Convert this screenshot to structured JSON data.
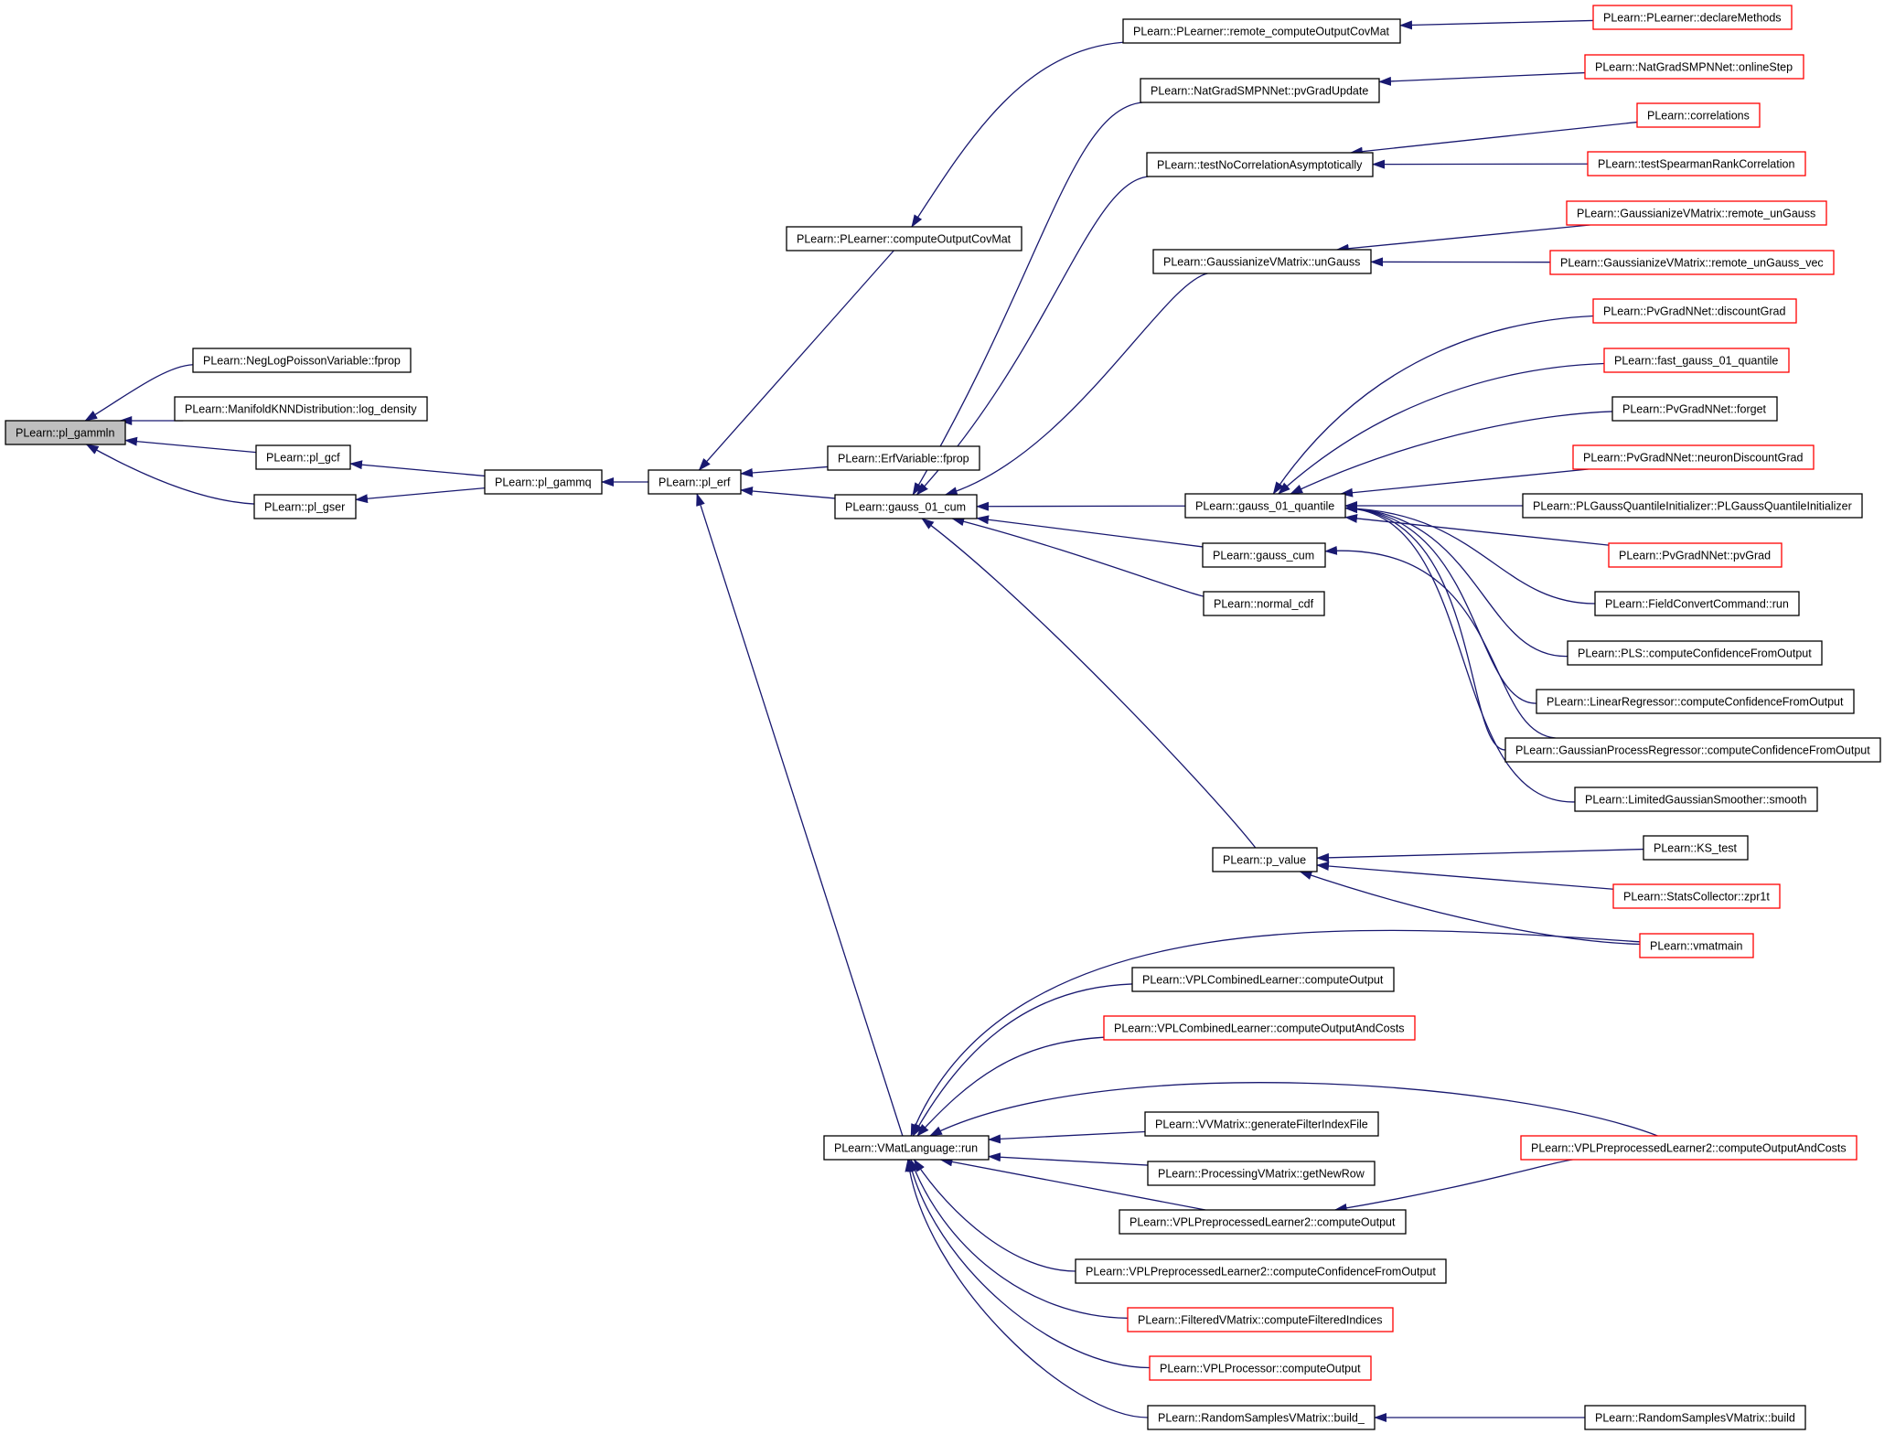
{
  "colors": {
    "edge": "#191970",
    "root_fill": "#bfbfbf",
    "node_fill": "#ffffff",
    "border_documented": "#000000",
    "border_undocumented": "#ff0000"
  },
  "nodes": [
    {
      "id": "pl_gammln",
      "label": "PLearn::pl_gammln",
      "kind": "root"
    },
    {
      "id": "neglog_fprop",
      "label": "PLearn::NegLogPoissonVariable::fprop",
      "kind": "doc"
    },
    {
      "id": "manifold_logdensity",
      "label": "PLearn::ManifoldKNNDistribution::log_density",
      "kind": "doc"
    },
    {
      "id": "pl_gcf",
      "label": "PLearn::pl_gcf",
      "kind": "doc"
    },
    {
      "id": "pl_gser",
      "label": "PLearn::pl_gser",
      "kind": "doc"
    },
    {
      "id": "pl_gammq",
      "label": "PLearn::pl_gammq",
      "kind": "doc"
    },
    {
      "id": "pl_erf",
      "label": "PLearn::pl_erf",
      "kind": "doc"
    },
    {
      "id": "compute_output_covmat",
      "label": "PLearn::PLearner::computeOutputCovMat",
      "kind": "doc"
    },
    {
      "id": "erfvariable_fprop",
      "label": "PLearn::ErfVariable::fprop",
      "kind": "doc"
    },
    {
      "id": "gauss_01_cum",
      "label": "PLearn::gauss_01_cum",
      "kind": "doc"
    },
    {
      "id": "vmatlanguage_run",
      "label": "PLearn::VMatLanguage::run",
      "kind": "doc"
    },
    {
      "id": "remote_compute_output_covmat",
      "label": "PLearn::PLearner::remote_computeOutputCovMat",
      "kind": "doc"
    },
    {
      "id": "pvgradupdate",
      "label": "PLearn::NatGradSMPNNet::pvGradUpdate",
      "kind": "doc"
    },
    {
      "id": "test_no_correlation",
      "label": "PLearn::testNoCorrelationAsymptotically",
      "kind": "doc"
    },
    {
      "id": "ungauss",
      "label": "PLearn::GaussianizeVMatrix::unGauss",
      "kind": "doc"
    },
    {
      "id": "gauss_01_quantile",
      "label": "PLearn::gauss_01_quantile",
      "kind": "doc"
    },
    {
      "id": "gauss_cum",
      "label": "PLearn::gauss_cum",
      "kind": "doc"
    },
    {
      "id": "normal_cdf",
      "label": "PLearn::normal_cdf",
      "kind": "doc"
    },
    {
      "id": "p_value",
      "label": "PLearn::p_value",
      "kind": "doc"
    },
    {
      "id": "declare_methods",
      "label": "PLearn::PLearner::declareMethods",
      "kind": "undoc"
    },
    {
      "id": "online_step",
      "label": "PLearn::NatGradSMPNNet::onlineStep",
      "kind": "undoc"
    },
    {
      "id": "correlations",
      "label": "PLearn::correlations",
      "kind": "undoc"
    },
    {
      "id": "test_spearman",
      "label": "PLearn::testSpearmanRankCorrelation",
      "kind": "undoc"
    },
    {
      "id": "remote_ungauss",
      "label": "PLearn::GaussianizeVMatrix::remote_unGauss",
      "kind": "undoc"
    },
    {
      "id": "remote_ungauss_vec",
      "label": "PLearn::GaussianizeVMatrix::remote_unGauss_vec",
      "kind": "undoc"
    },
    {
      "id": "discount_grad",
      "label": "PLearn::PvGradNNet::discountGrad",
      "kind": "undoc"
    },
    {
      "id": "fast_gauss_quantile",
      "label": "PLearn::fast_gauss_01_quantile",
      "kind": "undoc"
    },
    {
      "id": "pvgrad_forget",
      "label": "PLearn::PvGradNNet::forget",
      "kind": "doc"
    },
    {
      "id": "neuron_discount_grad",
      "label": "PLearn::PvGradNNet::neuronDiscountGrad",
      "kind": "undoc"
    },
    {
      "id": "plgauss_init",
      "label": "PLearn::PLGaussQuantileInitializer::PLGaussQuantileInitializer",
      "kind": "doc"
    },
    {
      "id": "pvgrad_pvgrad",
      "label": "PLearn::PvGradNNet::pvGrad",
      "kind": "undoc"
    },
    {
      "id": "fieldconvert_run",
      "label": "PLearn::FieldConvertCommand::run",
      "kind": "doc"
    },
    {
      "id": "pls_confidence",
      "label": "PLearn::PLS::computeConfidenceFromOutput",
      "kind": "doc"
    },
    {
      "id": "linreg_confidence",
      "label": "PLearn::LinearRegressor::computeConfidenceFromOutput",
      "kind": "doc"
    },
    {
      "id": "gpr_confidence",
      "label": "PLearn::GaussianProcessRegressor::computeConfidenceFromOutput",
      "kind": "doc"
    },
    {
      "id": "lgs_smooth",
      "label": "PLearn::LimitedGaussianSmoother::smooth",
      "kind": "doc"
    },
    {
      "id": "ks_test",
      "label": "PLearn::KS_test",
      "kind": "doc"
    },
    {
      "id": "zpr1t",
      "label": "PLearn::StatsCollector::zpr1t",
      "kind": "undoc"
    },
    {
      "id": "vmatmain",
      "label": "PLearn::vmatmain",
      "kind": "undoc"
    },
    {
      "id": "vplcombined_output",
      "label": "PLearn::VPLCombinedLearner::computeOutput",
      "kind": "doc"
    },
    {
      "id": "vplcombined_output_costs",
      "label": "PLearn::VPLCombinedLearner::computeOutputAndCosts",
      "kind": "undoc"
    },
    {
      "id": "vvmatrix_filter",
      "label": "PLearn::VVMatrix::generateFilterIndexFile",
      "kind": "doc"
    },
    {
      "id": "processing_getnewrow",
      "label": "PLearn::ProcessingVMatrix::getNewRow",
      "kind": "doc"
    },
    {
      "id": "vplpre2_output",
      "label": "PLearn::VPLPreprocessedLearner2::computeOutput",
      "kind": "doc"
    },
    {
      "id": "vplpre2_confidence",
      "label": "PLearn::VPLPreprocessedLearner2::computeConfidenceFromOutput",
      "kind": "doc"
    },
    {
      "id": "filtered_indices",
      "label": "PLearn::FilteredVMatrix::computeFilteredIndices",
      "kind": "undoc"
    },
    {
      "id": "vplprocessor_output",
      "label": "PLearn::VPLProcessor::computeOutput",
      "kind": "undoc"
    },
    {
      "id": "randomsamples_build_",
      "label": "PLearn::RandomSamplesVMatrix::build_",
      "kind": "doc"
    },
    {
      "id": "vplpre2_output_costs",
      "label": "PLearn::VPLPreprocessedLearner2::computeOutputAndCosts",
      "kind": "undoc"
    },
    {
      "id": "randomsamples_build",
      "label": "PLearn::RandomSamplesVMatrix::build",
      "kind": "doc"
    }
  ],
  "edges": [
    {
      "from": "neglog_fprop",
      "to": "pl_gammln"
    },
    {
      "from": "manifold_logdensity",
      "to": "pl_gammln"
    },
    {
      "from": "pl_gcf",
      "to": "pl_gammln"
    },
    {
      "from": "pl_gser",
      "to": "pl_gammln"
    },
    {
      "from": "pl_gammq",
      "to": "pl_gcf"
    },
    {
      "from": "pl_gammq",
      "to": "pl_gser"
    },
    {
      "from": "pl_erf",
      "to": "pl_gammq"
    },
    {
      "from": "compute_output_covmat",
      "to": "pl_erf"
    },
    {
      "from": "erfvariable_fprop",
      "to": "pl_erf"
    },
    {
      "from": "gauss_01_cum",
      "to": "pl_erf"
    },
    {
      "from": "vmatlanguage_run",
      "to": "pl_erf"
    },
    {
      "from": "remote_compute_output_covmat",
      "to": "compute_output_covmat"
    },
    {
      "from": "declare_methods",
      "to": "remote_compute_output_covmat"
    },
    {
      "from": "pvgradupdate",
      "to": "gauss_01_cum"
    },
    {
      "from": "test_no_correlation",
      "to": "gauss_01_cum"
    },
    {
      "from": "ungauss",
      "to": "gauss_01_cum"
    },
    {
      "from": "gauss_01_quantile",
      "to": "gauss_01_cum"
    },
    {
      "from": "gauss_cum",
      "to": "gauss_01_cum"
    },
    {
      "from": "normal_cdf",
      "to": "gauss_01_cum"
    },
    {
      "from": "p_value",
      "to": "gauss_01_cum"
    },
    {
      "from": "online_step",
      "to": "pvgradupdate"
    },
    {
      "from": "correlations",
      "to": "test_no_correlation"
    },
    {
      "from": "test_spearman",
      "to": "test_no_correlation"
    },
    {
      "from": "remote_ungauss",
      "to": "ungauss"
    },
    {
      "from": "remote_ungauss_vec",
      "to": "ungauss"
    },
    {
      "from": "discount_grad",
      "to": "gauss_01_quantile"
    },
    {
      "from": "fast_gauss_quantile",
      "to": "gauss_01_quantile"
    },
    {
      "from": "pvgrad_forget",
      "to": "gauss_01_quantile"
    },
    {
      "from": "neuron_discount_grad",
      "to": "gauss_01_quantile"
    },
    {
      "from": "plgauss_init",
      "to": "gauss_01_quantile"
    },
    {
      "from": "pvgrad_pvgrad",
      "to": "gauss_01_quantile"
    },
    {
      "from": "fieldconvert_run",
      "to": "gauss_01_quantile"
    },
    {
      "from": "pls_confidence",
      "to": "gauss_01_quantile"
    },
    {
      "from": "linreg_confidence",
      "to": "gauss_01_quantile"
    },
    {
      "from": "gpr_confidence",
      "to": "gauss_01_quantile"
    },
    {
      "from": "lgs_smooth",
      "to": "gauss_01_quantile"
    },
    {
      "from": "gpr_confidence",
      "to": "gauss_cum"
    },
    {
      "from": "ks_test",
      "to": "p_value"
    },
    {
      "from": "zpr1t",
      "to": "p_value"
    },
    {
      "from": "vmatmain",
      "to": "p_value"
    },
    {
      "from": "vmatmain",
      "to": "vmatlanguage_run"
    },
    {
      "from": "vplcombined_output",
      "to": "vmatlanguage_run"
    },
    {
      "from": "vplcombined_output_costs",
      "to": "vmatlanguage_run"
    },
    {
      "from": "vplpre2_output_costs",
      "to": "vmatlanguage_run"
    },
    {
      "from": "vvmatrix_filter",
      "to": "vmatlanguage_run"
    },
    {
      "from": "processing_getnewrow",
      "to": "vmatlanguage_run"
    },
    {
      "from": "vplpre2_output",
      "to": "vmatlanguage_run"
    },
    {
      "from": "vplpre2_confidence",
      "to": "vmatlanguage_run"
    },
    {
      "from": "filtered_indices",
      "to": "vmatlanguage_run"
    },
    {
      "from": "vplprocessor_output",
      "to": "vmatlanguage_run"
    },
    {
      "from": "randomsamples_build_",
      "to": "vmatlanguage_run"
    },
    {
      "from": "vplpre2_output_costs",
      "to": "vplpre2_output"
    },
    {
      "from": "randomsamples_build",
      "to": "randomsamples_build_"
    }
  ]
}
